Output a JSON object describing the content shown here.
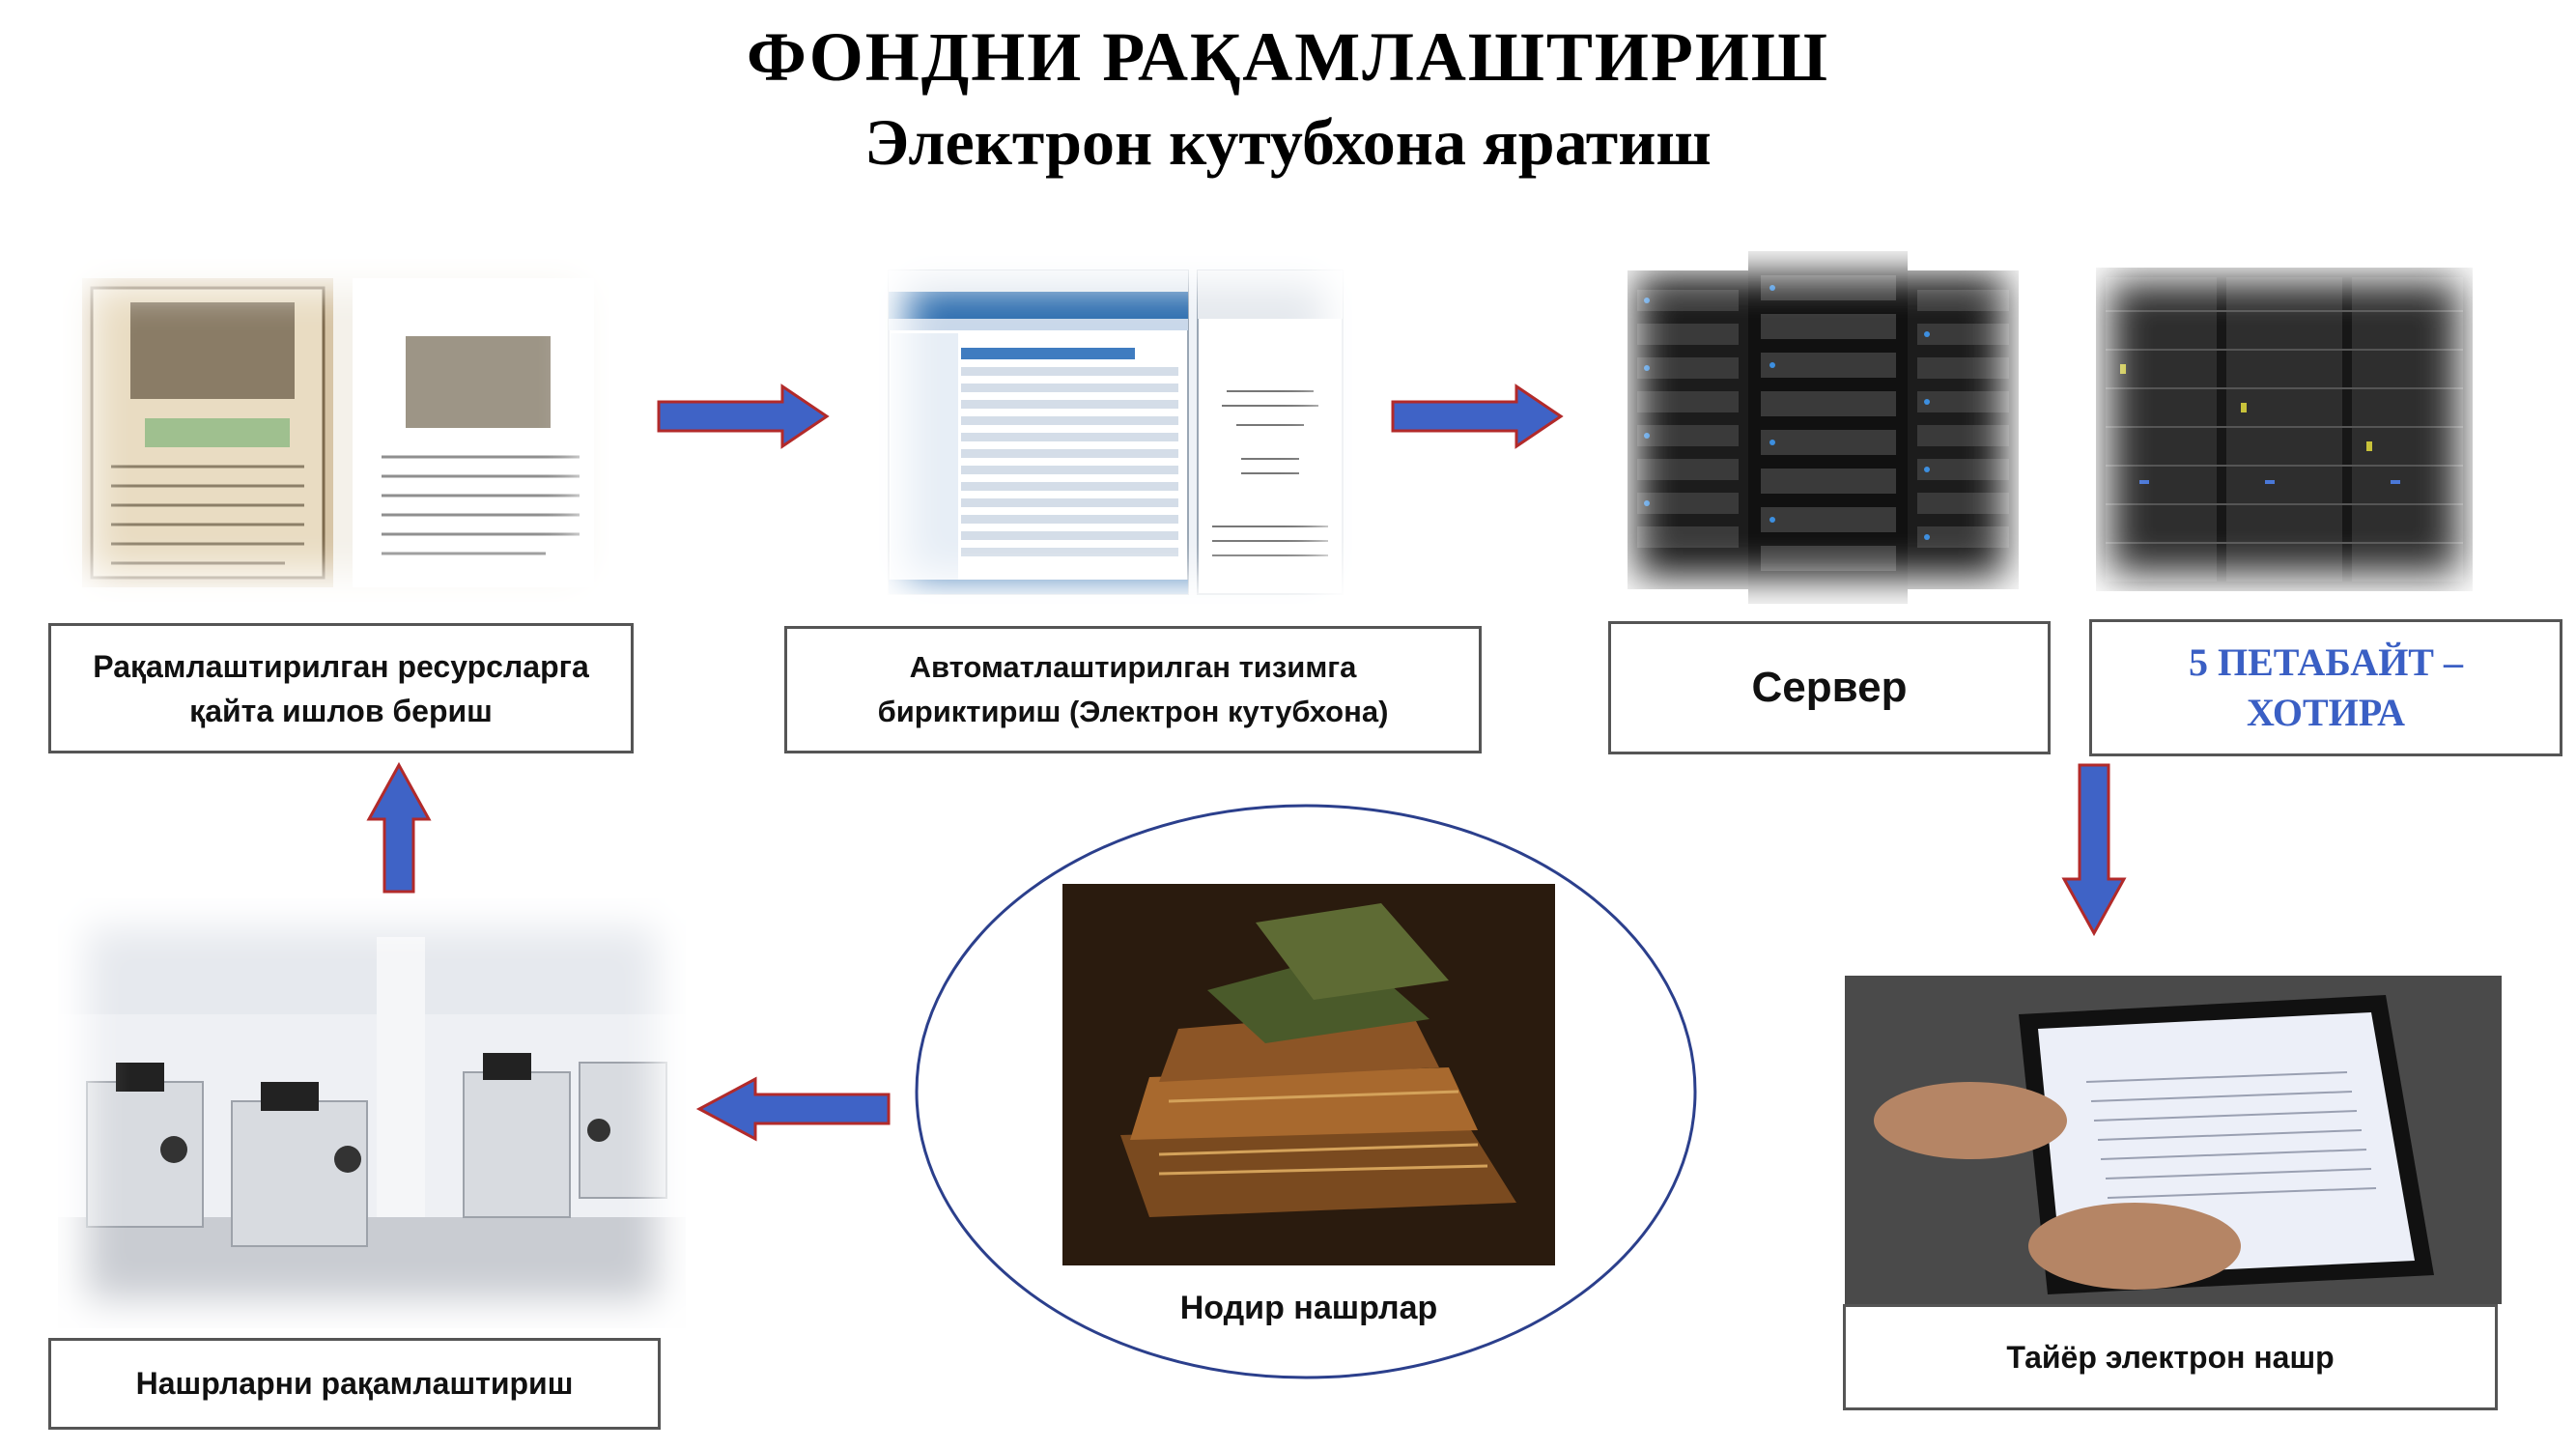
{
  "title": {
    "line1": "ФОНДНИ РАҚАМЛАШТИРИШ",
    "line2": "Электрон кутубхона яратиш"
  },
  "steps": {
    "reprocess": "Рақамлаштирилган ресурсларга қайта ишлов бериш",
    "integrate": "Автоматлаштирилган тизимга бириктириш (Электрон кутубхона)",
    "server": "Сервер",
    "storage": "5 ПЕТАБАЙТ – ХОТИРА",
    "ready": "Тайёр электрон нашр",
    "digitize": "Нашрларни рақамлаштириш",
    "rare": "Нодир нашрлар"
  },
  "colors": {
    "arrow_fill": "#3f63c6",
    "arrow_stroke": "#b22a2a",
    "storage_text": "#3a5fc4",
    "ellipse_stroke": "#2b3f8c"
  }
}
